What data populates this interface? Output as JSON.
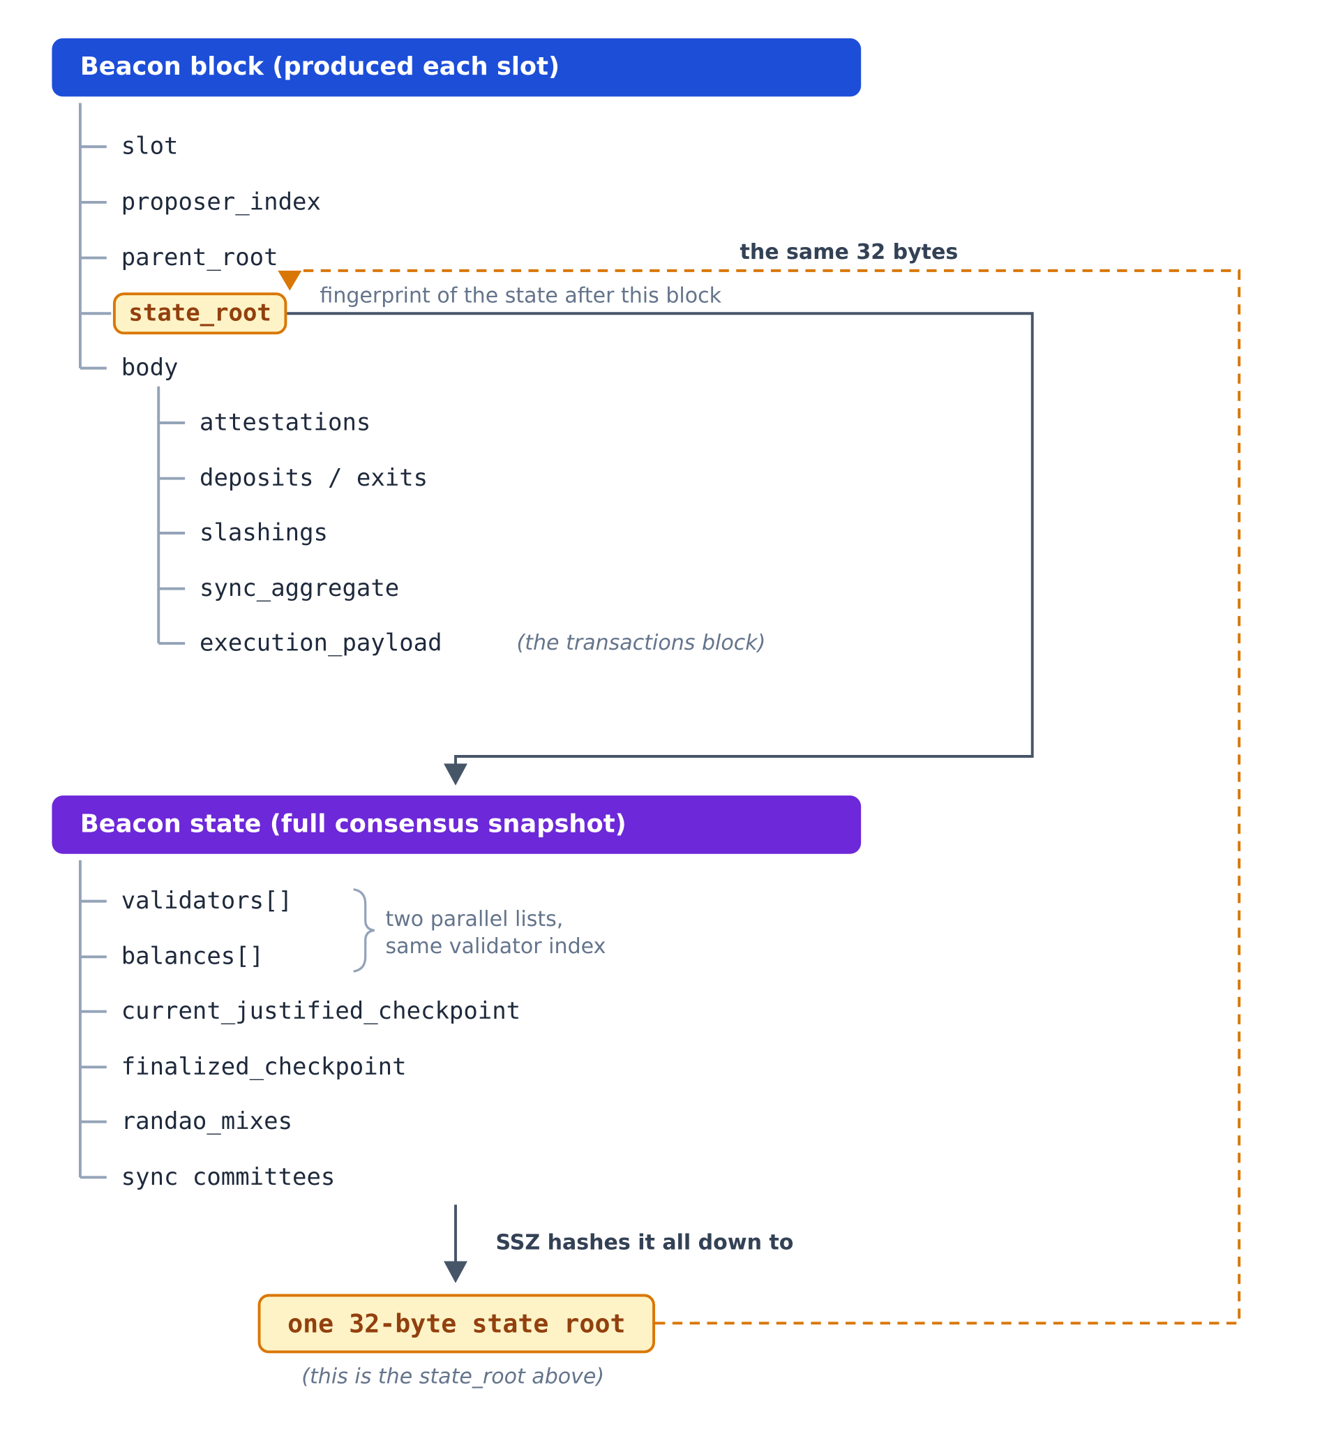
{
  "block": {
    "header": "Beacon block (produced each slot)",
    "fields": [
      "slot",
      "proposer_index",
      "parent_root"
    ],
    "state_root_label": "state_root",
    "body_label": "body",
    "body_fields": [
      "attestations",
      "deposits / exits",
      "slashings",
      "sync_aggregate",
      "execution_payload"
    ],
    "execution_payload_note": "(the transactions block)",
    "state_root_note": "fingerprint of the state after this block"
  },
  "same_bytes_label": "the same 32 bytes",
  "state": {
    "header": "Beacon state (full consensus snapshot)",
    "fields": [
      "validators[]",
      "balances[]",
      "current_justified_checkpoint",
      "finalized_checkpoint",
      "randao_mixes",
      "sync committees"
    ],
    "parallel_note_line1": "two parallel lists,",
    "parallel_note_line2": "same validator index"
  },
  "ssz_label": "SSZ hashes it all down to",
  "root_box_label": "one 32-byte state root",
  "root_box_note": "(this is the state_root above)",
  "colors": {
    "block_header": "#1d4ed8",
    "state_header": "#6d28d9",
    "highlight_fill": "#fef3c7",
    "highlight_border": "#d97706",
    "highlight_text": "#92400e",
    "connector": "#475569",
    "tree_line": "#94a3b8",
    "dashed_link": "#d97706"
  }
}
